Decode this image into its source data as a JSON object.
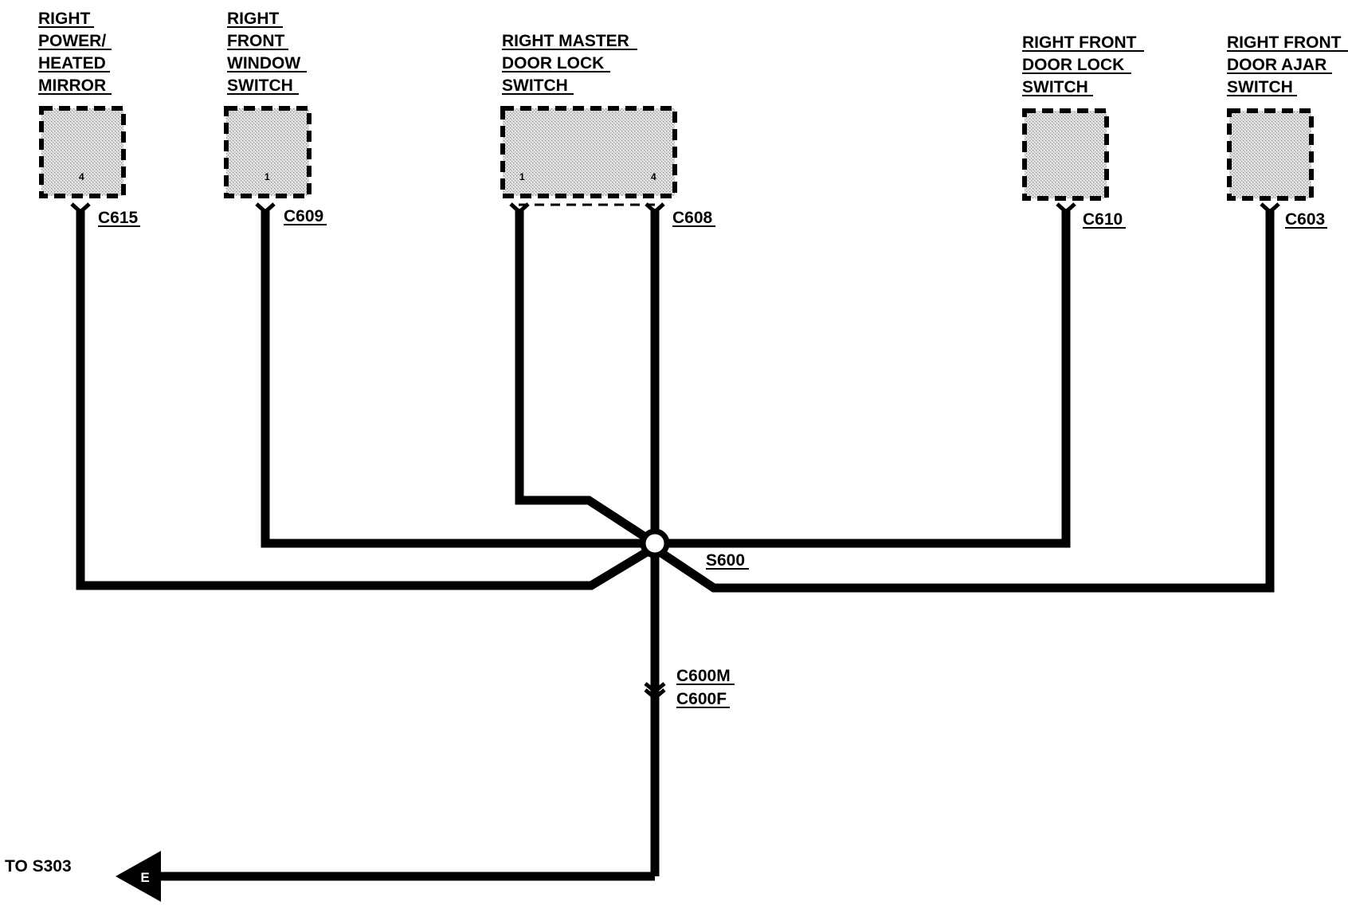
{
  "components": {
    "mirror": {
      "lines": [
        "RIGHT",
        "POWER/",
        "HEATED",
        "MIRROR"
      ],
      "pin": "4",
      "connector": "C615"
    },
    "window_switch": {
      "lines": [
        "RIGHT",
        "FRONT",
        "WINDOW",
        "SWITCH"
      ],
      "pin": "1",
      "connector": "C609"
    },
    "master_lock": {
      "lines": [
        "RIGHT MASTER",
        "DOOR LOCK",
        "SWITCH"
      ],
      "pin_left": "1",
      "pin_right": "4",
      "connector": "C608"
    },
    "door_lock": {
      "lines": [
        "RIGHT FRONT",
        "DOOR LOCK",
        "SWITCH"
      ],
      "connector": "C610"
    },
    "door_ajar": {
      "lines": [
        "RIGHT FRONT",
        "DOOR AJAR",
        "SWITCH"
      ],
      "connector": "C603"
    }
  },
  "splice": {
    "label": "S600"
  },
  "inline_connector": {
    "male": "C600M",
    "female": "C600F"
  },
  "destination": {
    "label": "TO S303",
    "ref": "E"
  }
}
